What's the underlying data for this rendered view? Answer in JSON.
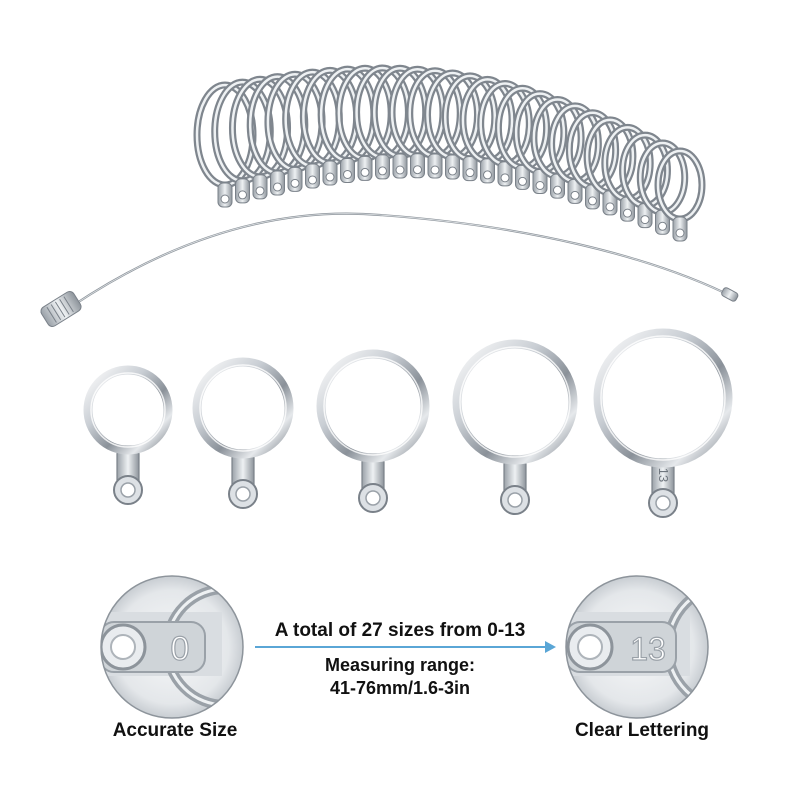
{
  "colors": {
    "background": "#ffffff",
    "metal_light": "#f4f6f8",
    "metal_mid": "#b9bfc6",
    "metal_dark": "#6e757d",
    "arrow": "#5aa6d6",
    "text": "#111111"
  },
  "info": {
    "headline": "A total of 27 sizes from 0-13",
    "range_title": "Measuring range:",
    "range_value": "41-76mm/1.6-3in"
  },
  "callouts": {
    "left": {
      "caption": "Accurate Size",
      "engraving": "0"
    },
    "right": {
      "caption": "Clear Lettering",
      "engraving": "13"
    }
  },
  "sample_rings": [
    {
      "engraving": ""
    },
    {
      "engraving": ""
    },
    {
      "engraving": ""
    },
    {
      "engraving": ""
    },
    {
      "engraving": "13"
    }
  ],
  "icons": {
    "ring_set": "ring-sizer-set-icon",
    "arrow": "arrow-right-icon"
  }
}
